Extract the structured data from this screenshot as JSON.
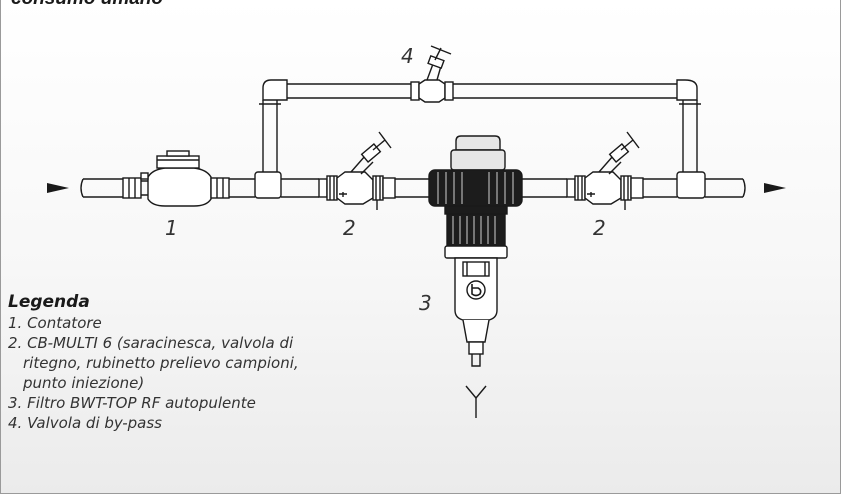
{
  "heading": "consumo umano",
  "labels": {
    "meter": "1",
    "valve_left": "2",
    "valve_right": "2",
    "filter": "3",
    "bypass": "4"
  },
  "legend": {
    "title": "Legenda",
    "items": [
      {
        "line1": "1. Contatore"
      },
      {
        "line1": "2. CB-MULTI 6 (saracinesca, valvola di",
        "line2": "ritegno, rubinetto prelievo campioni,",
        "line3": "punto iniezione)"
      },
      {
        "line1": "3. Filtro BWT-TOP RF autopulente"
      },
      {
        "line1": "4. Valvola di by-pass"
      }
    ]
  },
  "colors": {
    "stroke": "#1a1a1a",
    "filter_body": "#1c1c1c",
    "cap": "#e6e6e6",
    "background_bottom": "#ebebeb"
  },
  "icons": [
    "flow-in-arrow-icon",
    "flow-out-arrow-icon",
    "drain-icon",
    "bwt-logo-icon"
  ]
}
